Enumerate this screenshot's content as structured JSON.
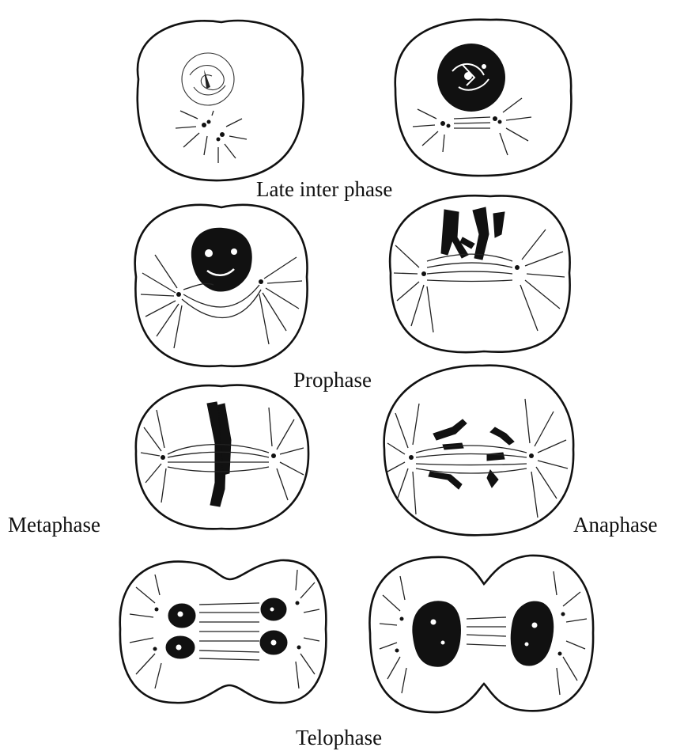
{
  "labels": {
    "late_interphase": "Late inter phase",
    "prophase": "Prophase",
    "metaphase": "Metaphase",
    "anaphase": "Anaphase",
    "telophase": "Telophase"
  },
  "colors": {
    "ink": "#111111",
    "background": "#ffffff"
  }
}
